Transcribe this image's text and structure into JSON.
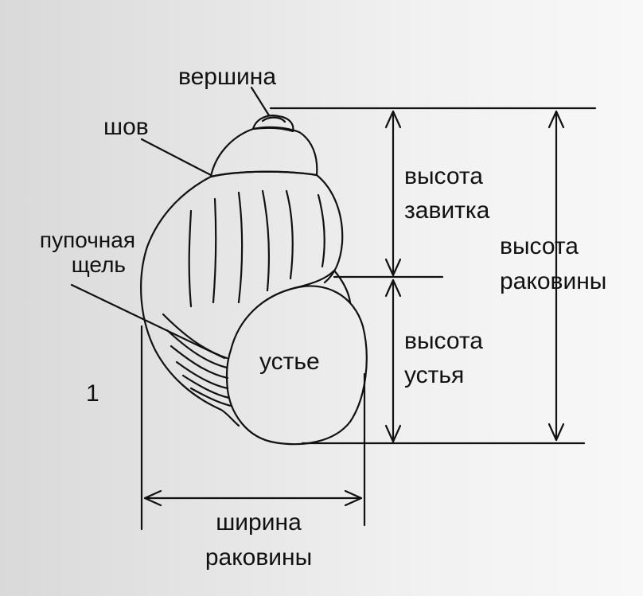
{
  "figure_number": "1",
  "labels": {
    "apex": "вершина",
    "suture": "шов",
    "umbilical_slit_line1": "пупочная",
    "umbilical_slit_line2": "щель",
    "aperture": "устье",
    "spire_height_line1": "высота",
    "spire_height_line2": "завитка",
    "shell_height_line1": "высота",
    "shell_height_line2": "раковины",
    "aperture_height_line1": "высота",
    "aperture_height_line2": "устья",
    "shell_width_line1": "ширина",
    "shell_width_line2": "раковины"
  },
  "colors": {
    "ink": "#111111",
    "paper": "#f2f2f2"
  }
}
